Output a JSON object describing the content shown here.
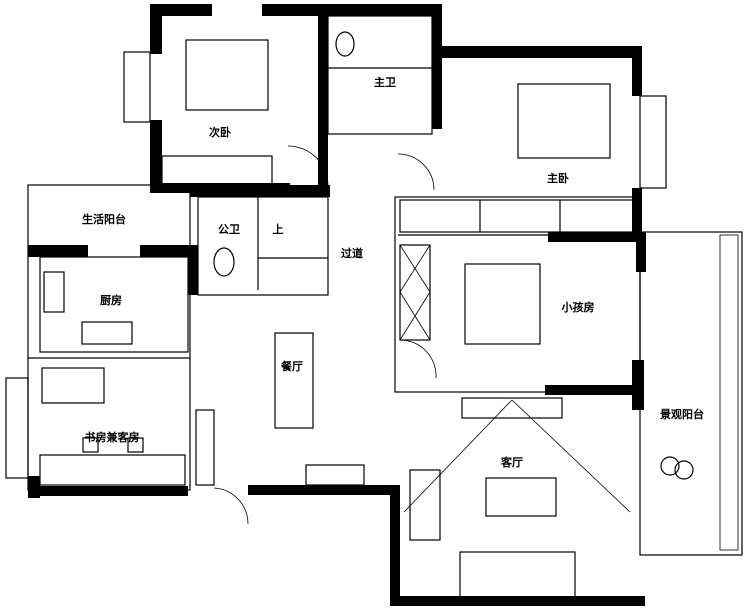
{
  "plan": {
    "rooms": {
      "second_bedroom": "次卧",
      "master_bath": "主卫",
      "master_bedroom": "主卧",
      "utility_balcony": "生活阳台",
      "public_bath": "公卫",
      "stairs_up": "上",
      "corridor": "过道",
      "kitchen": "厨房",
      "kids_room": "小孩房",
      "dining": "餐厅",
      "study_guest": "书房兼客房",
      "view_balcony": "景观阳台",
      "living": "客厅"
    }
  }
}
